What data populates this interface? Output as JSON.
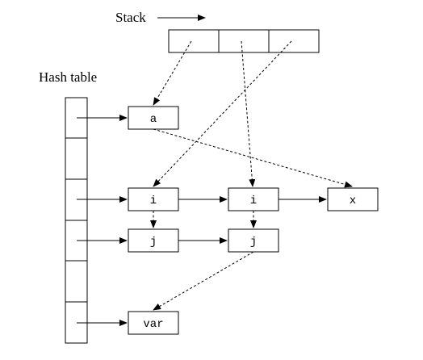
{
  "labels": {
    "stack": "Stack",
    "hash_table": "Hash table"
  },
  "nodes": {
    "a": "a",
    "i_first": "i",
    "i_second": "i",
    "x": "x",
    "j_first": "j",
    "j_second": "j",
    "var": "var"
  },
  "colors": {
    "line": "#000000",
    "background": "#ffffff"
  }
}
